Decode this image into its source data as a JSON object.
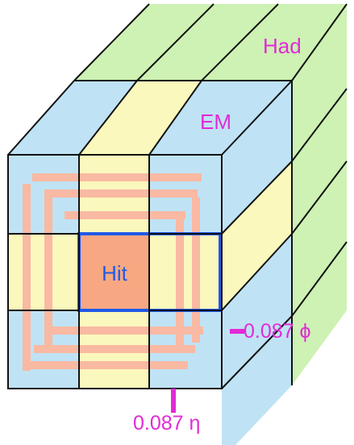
{
  "diagram": {
    "labels": {
      "had": "Had",
      "em": "EM",
      "hit": "Hit",
      "phi": "0.087 ϕ",
      "eta": "0.087 η"
    },
    "colors": {
      "em_blue": "#bfe3f5",
      "em_yellow": "#fbf8bd",
      "had_green": "#cdf2b3",
      "hit_fill": "#f7a882",
      "hit_border": "#1f5ae8",
      "window": "#f9b9a2",
      "label": "#e22ad6",
      "outline": "#111111"
    }
  }
}
